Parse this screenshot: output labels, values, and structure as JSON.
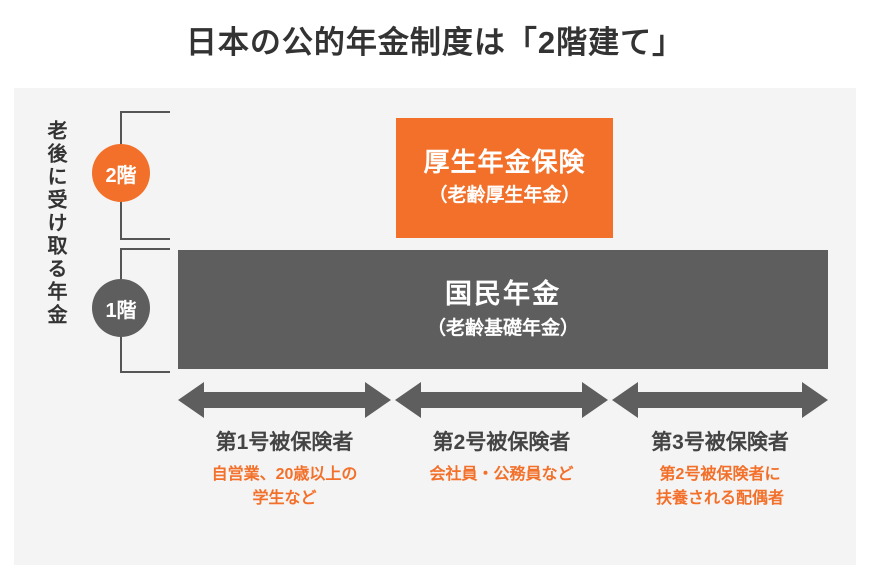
{
  "title": "日本の公的年金制度は「2階建て」",
  "vertical_label": "老後に受け取る年金",
  "colors": {
    "orange": "#f3702a",
    "gray": "#5e5e5e",
    "panel_bg": "#f4f4f4",
    "title_text": "#333333",
    "caption_text": "#444444"
  },
  "floors": [
    {
      "badge": "2階"
    },
    {
      "badge": "1階"
    }
  ],
  "tiers": {
    "second": {
      "name": "厚生年金保険",
      "sub": "（老齢厚生年金）"
    },
    "first": {
      "name": "国民年金",
      "sub": "（老齢基礎年金）"
    }
  },
  "insured_categories": [
    {
      "title": "第1号被保険者",
      "desc_lines": [
        "自営業、20歳以上の",
        "学生など"
      ]
    },
    {
      "title": "第2号被保険者",
      "desc_lines": [
        "会社員・公務員など"
      ]
    },
    {
      "title": "第3号被保険者",
      "desc_lines": [
        "第2号被保険者に",
        "扶養される配偶者"
      ]
    }
  ]
}
